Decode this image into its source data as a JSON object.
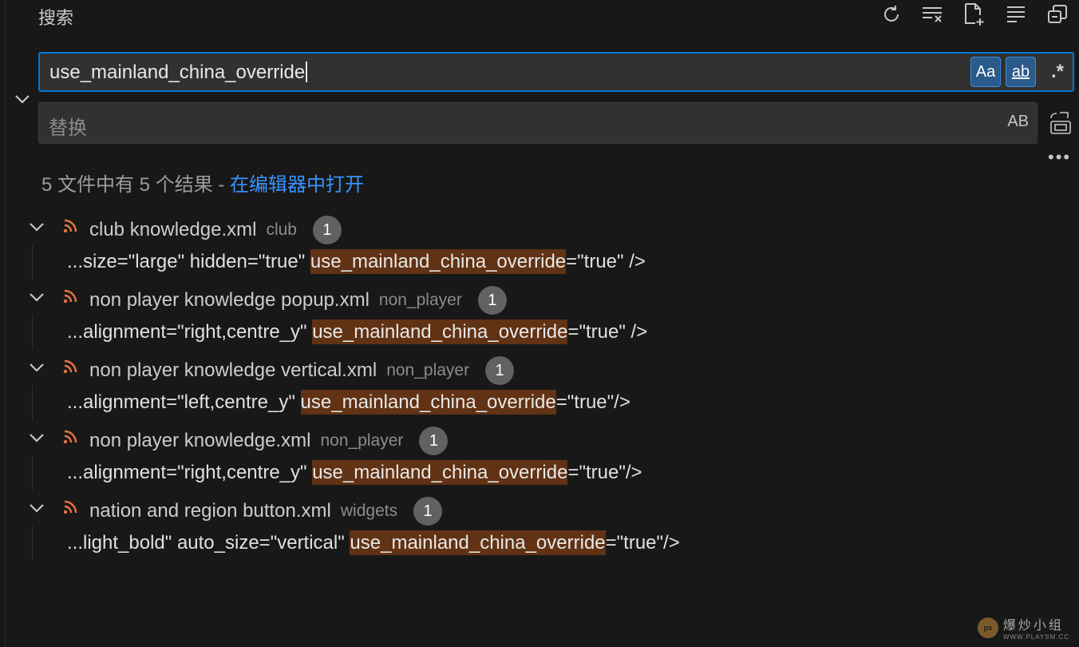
{
  "panel": {
    "title": "搜索"
  },
  "toolbar": {
    "icons": [
      "refresh-icon",
      "clear-results-icon",
      "new-search-editor-icon",
      "view-as-tree-icon",
      "collapse-all-icon"
    ]
  },
  "search": {
    "value": "use_mainland_china_override",
    "options": {
      "match_case": "Aa",
      "whole_word": "ab",
      "regex": ".*"
    }
  },
  "replace": {
    "placeholder": "替换",
    "preserve_case": "AB"
  },
  "summary": {
    "text": "5 文件中有 5 个结果 - ",
    "link": "在编辑器中打开"
  },
  "results": [
    {
      "file": "club knowledge.xml",
      "dir": "club",
      "count": "1",
      "before": "...size=\"large\" hidden=\"true\" ",
      "match": "use_mainland_china_override",
      "after": "=\"true\" />"
    },
    {
      "file": "non player knowledge popup.xml",
      "dir": "non_player",
      "count": "1",
      "before": "...alignment=\"right,centre_y\" ",
      "match": "use_mainland_china_override",
      "after": "=\"true\" />"
    },
    {
      "file": "non player knowledge vertical.xml",
      "dir": "non_player",
      "count": "1",
      "before": "...alignment=\"left,centre_y\" ",
      "match": "use_mainland_china_override",
      "after": "=\"true\"/>"
    },
    {
      "file": "non player knowledge.xml",
      "dir": "non_player",
      "count": "1",
      "before": "...alignment=\"right,centre_y\" ",
      "match": "use_mainland_china_override",
      "after": "=\"true\"/>"
    },
    {
      "file": "nation and region button.xml",
      "dir": "widgets",
      "count": "1",
      "before": "...light_bold\" auto_size=\"vertical\" ",
      "match": "use_mainland_china_override",
      "after": "=\"true\"/>"
    }
  ],
  "colors": {
    "accent": "#0078d4",
    "link": "#3794ff",
    "match_highlight": "#613214",
    "file_icon": "#e8743b"
  },
  "watermark": {
    "main": "爆炒小组",
    "sub": "WWW.PLAYSM.CC",
    "ball": "ps"
  }
}
